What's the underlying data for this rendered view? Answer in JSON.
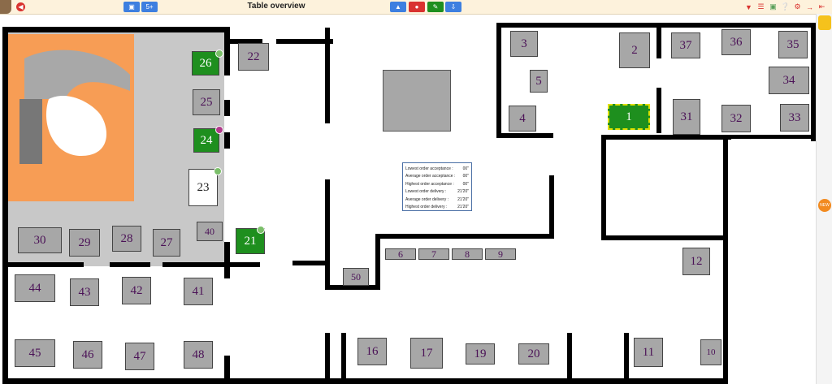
{
  "header": {
    "title": "Table overview",
    "add_label": "5+"
  },
  "stats": [
    {
      "label": "Lowest order acceptance :",
      "value": "00\""
    },
    {
      "label": "Average order acceptance :",
      "value": "00\""
    },
    {
      "label": "Highest order acceptance :",
      "value": "00\""
    },
    {
      "label": "Lowest order delivery :",
      "value": "21'20\""
    },
    {
      "label": "Average order delivery :",
      "value": "21'20\""
    },
    {
      "label": "Highest order delivery :",
      "value": "21'20\""
    }
  ],
  "tables": [
    {
      "n": "1",
      "state": "green"
    },
    {
      "n": "2"
    },
    {
      "n": "3"
    },
    {
      "n": "4"
    },
    {
      "n": "5"
    },
    {
      "n": "6"
    },
    {
      "n": "7"
    },
    {
      "n": "8"
    },
    {
      "n": "9"
    },
    {
      "n": "10"
    },
    {
      "n": "11"
    },
    {
      "n": "12"
    },
    {
      "n": "16"
    },
    {
      "n": "17"
    },
    {
      "n": "19"
    },
    {
      "n": "20"
    },
    {
      "n": "21",
      "state": "green"
    },
    {
      "n": "22"
    },
    {
      "n": "23",
      "state": "white"
    },
    {
      "n": "24",
      "state": "green"
    },
    {
      "n": "25"
    },
    {
      "n": "26",
      "state": "green"
    },
    {
      "n": "27"
    },
    {
      "n": "28"
    },
    {
      "n": "29"
    },
    {
      "n": "30"
    },
    {
      "n": "31"
    },
    {
      "n": "32"
    },
    {
      "n": "33"
    },
    {
      "n": "34"
    },
    {
      "n": "35"
    },
    {
      "n": "36"
    },
    {
      "n": "37"
    },
    {
      "n": "40"
    },
    {
      "n": "41"
    },
    {
      "n": "42"
    },
    {
      "n": "43"
    },
    {
      "n": "44"
    },
    {
      "n": "45"
    },
    {
      "n": "46"
    },
    {
      "n": "47"
    },
    {
      "n": "48"
    },
    {
      "n": "50"
    }
  ],
  "side_badge": "NEW",
  "colors": {
    "green": "#1e8f1e",
    "gray": "#a7a7a7",
    "wall": "#000000",
    "blue_btn": "#3d7fe0",
    "red_btn": "#d9322f"
  }
}
